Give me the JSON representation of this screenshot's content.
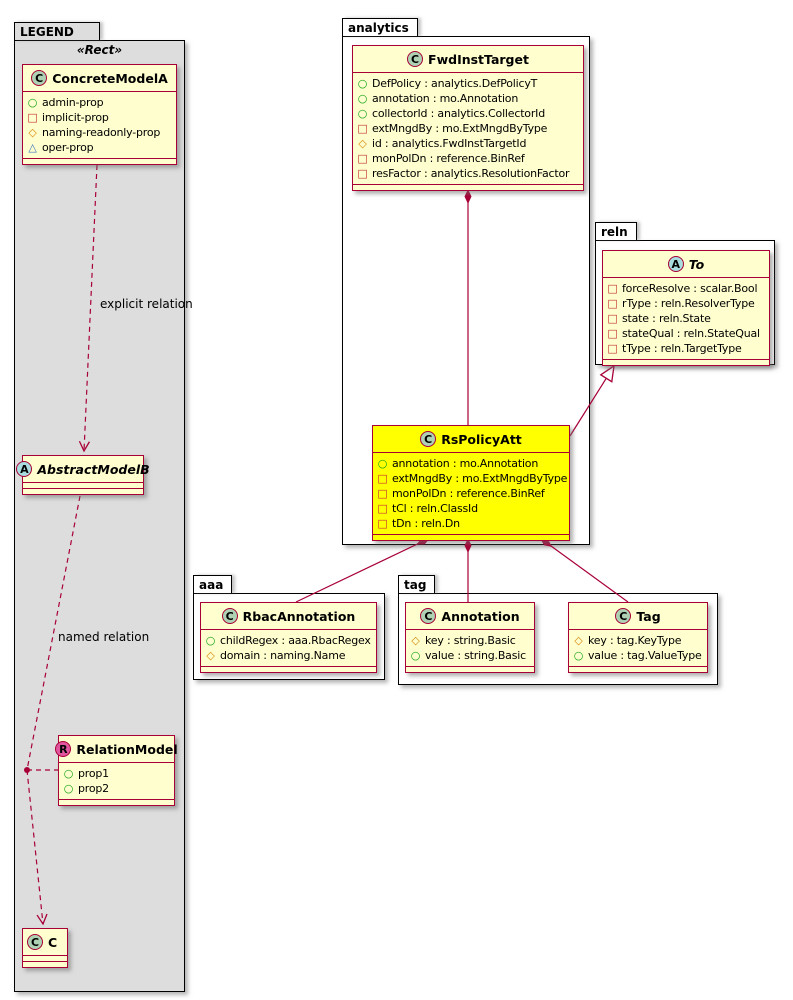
{
  "diagram": {
    "relation_labels": {
      "explicit": "explicit relation",
      "named": "named relation"
    }
  },
  "packages": {
    "legend": "LEGEND",
    "analytics": "analytics",
    "reln": "reln",
    "aaa": "aaa",
    "tag": "tag"
  },
  "legend": {
    "stereotype": "«Rect»"
  },
  "classes": {
    "concreteModelA": {
      "spot": "C",
      "name": "ConcreteModelA",
      "fields": [
        {
          "icon": "circle",
          "text": "admin-prop"
        },
        {
          "icon": "square",
          "text": "implicit-prop"
        },
        {
          "icon": "diamond",
          "text": "naming-readonly-prop"
        },
        {
          "icon": "triangle",
          "text": "oper-prop"
        }
      ]
    },
    "abstractModelB": {
      "spot": "A",
      "name": "AbstractModelB"
    },
    "relationModel": {
      "spot": "R",
      "name": "RelationModel",
      "fields": [
        {
          "icon": "circle",
          "text": "prop1"
        },
        {
          "icon": "circle",
          "text": "prop2"
        }
      ]
    },
    "c": {
      "spot": "C",
      "name": "C"
    },
    "fwdInstTarget": {
      "spot": "C",
      "name": "FwdInstTarget",
      "fields": [
        {
          "icon": "circle",
          "text": "DefPolicy : analytics.DefPolicyT"
        },
        {
          "icon": "circle",
          "text": "annotation : mo.Annotation"
        },
        {
          "icon": "circle",
          "text": "collectorId : analytics.CollectorId"
        },
        {
          "icon": "square",
          "text": "extMngdBy : mo.ExtMngdByType"
        },
        {
          "icon": "diamond",
          "text": "id : analytics.FwdInstTargetId"
        },
        {
          "icon": "square",
          "text": "monPolDn : reference.BinRef"
        },
        {
          "icon": "square",
          "text": "resFactor : analytics.ResolutionFactor"
        }
      ]
    },
    "rsPolicyAtt": {
      "spot": "C",
      "name": "RsPolicyAtt",
      "fields": [
        {
          "icon": "circle",
          "text": "annotation : mo.Annotation"
        },
        {
          "icon": "square",
          "text": "extMngdBy : mo.ExtMngdByType"
        },
        {
          "icon": "square",
          "text": "monPolDn : reference.BinRef"
        },
        {
          "icon": "square",
          "text": "tCl : reln.ClassId"
        },
        {
          "icon": "square",
          "text": "tDn : reln.Dn"
        }
      ]
    },
    "to": {
      "spot": "A",
      "name": "To",
      "fields": [
        {
          "icon": "square",
          "text": "forceResolve : scalar.Bool"
        },
        {
          "icon": "square",
          "text": "rType : reln.ResolverType"
        },
        {
          "icon": "square",
          "text": "state : reln.State"
        },
        {
          "icon": "square",
          "text": "stateQual : reln.StateQual"
        },
        {
          "icon": "square",
          "text": "tType : reln.TargetType"
        }
      ]
    },
    "rbacAnnotation": {
      "spot": "C",
      "name": "RbacAnnotation",
      "fields": [
        {
          "icon": "circle",
          "text": "childRegex : aaa.RbacRegex"
        },
        {
          "icon": "diamond",
          "text": "domain : naming.Name"
        }
      ]
    },
    "annotation": {
      "spot": "C",
      "name": "Annotation",
      "fields": [
        {
          "icon": "diamond",
          "text": "key : string.Basic"
        },
        {
          "icon": "circle",
          "text": "value : string.Basic"
        }
      ]
    },
    "tag": {
      "spot": "C",
      "name": "Tag",
      "fields": [
        {
          "icon": "diamond",
          "text": "key : tag.KeyType"
        },
        {
          "icon": "circle",
          "text": "value : tag.ValueType"
        }
      ]
    }
  },
  "colors": {
    "class_border": "#A80036",
    "class_background": "#FEFECE",
    "highlighted_class_background": "#FFFF00",
    "legend_background": "#DDDDDD",
    "spot_class": "#ADD1B2",
    "spot_abstract": "#A9DCDF",
    "spot_relation": "#E0559E",
    "relation_line": "#A80036"
  }
}
